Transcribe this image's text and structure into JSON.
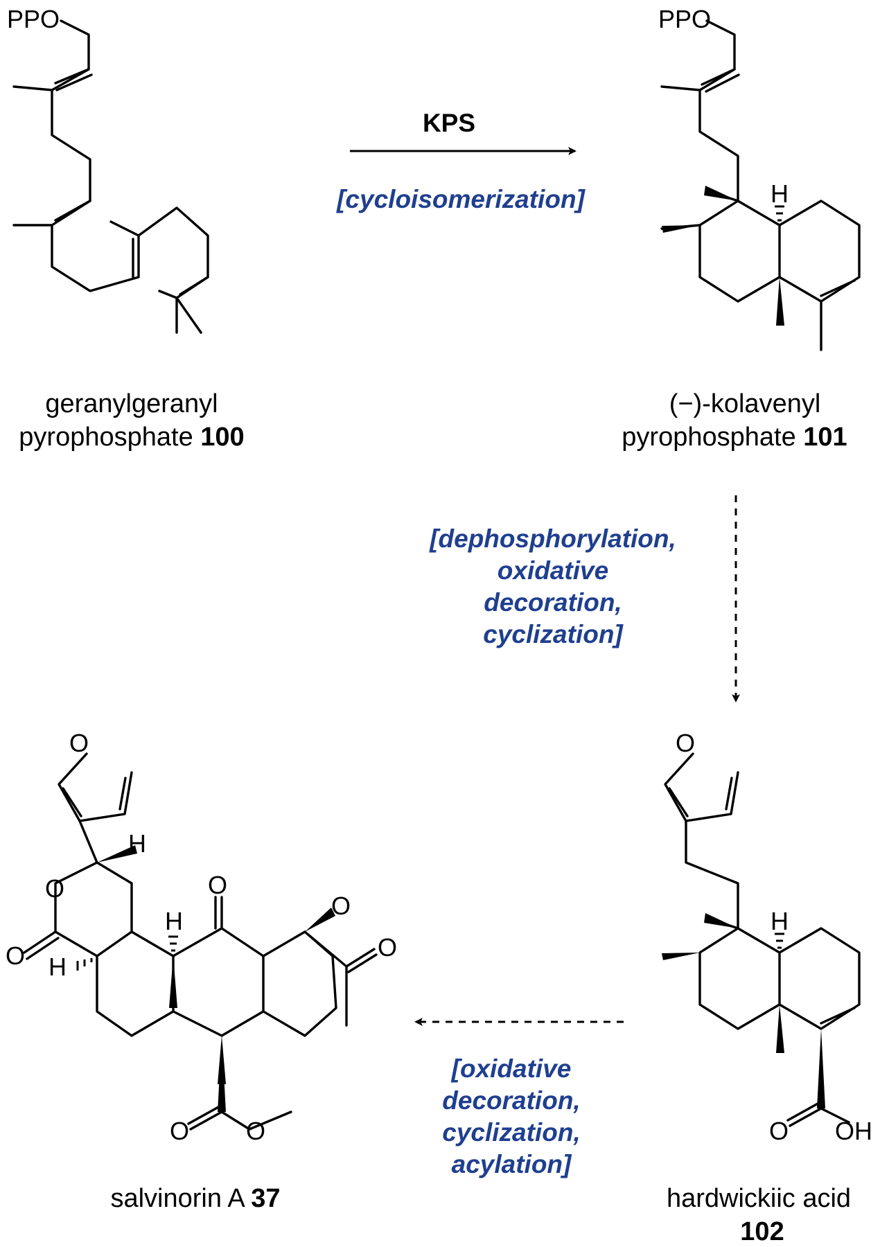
{
  "compounds": {
    "ggpp": {
      "label_line1": "geranylgeranyl",
      "label_line2": "pyrophosphate",
      "number": "100",
      "atom_ppo": "PPO"
    },
    "kpp": {
      "label_line1": "(−)-kolavenyl",
      "label_line2": "pyrophosphate",
      "number": "101",
      "atom_ppo": "PPO",
      "atom_h": "H"
    },
    "hardwickiic": {
      "label_line1": "hardwickiic acid",
      "number": "102",
      "atom_h": "H",
      "atom_furan_o": "O",
      "atom_acid_o": "O",
      "atom_oh": "OH"
    },
    "salvinorin": {
      "label_line1": "salvinorin A",
      "number": "37",
      "atom_h_top": "H",
      "atom_h_mid": "H",
      "atom_h_low": "H",
      "atom_furan_o": "O",
      "atom_lactone_o": "O",
      "atom_lactone_co": "O",
      "atom_ketone_o": "O",
      "atom_ester_o": "O",
      "atom_acetyl_o": "O",
      "atom_co2me_o1": "O",
      "atom_co2me_o2": "O"
    }
  },
  "steps": {
    "step1": {
      "reagent": "KPS",
      "condition": "[cycloisomerization]"
    },
    "step2": {
      "condition_lines": [
        "[dephosphorylation,",
        "oxidative",
        "decoration,",
        "cyclization]"
      ]
    },
    "step3": {
      "condition_lines": [
        "[oxidative",
        "decoration,",
        "cyclization,",
        "acylation]"
      ]
    }
  },
  "colors": {
    "condition_text": "#1f3f8f",
    "bonds": "#000000"
  }
}
